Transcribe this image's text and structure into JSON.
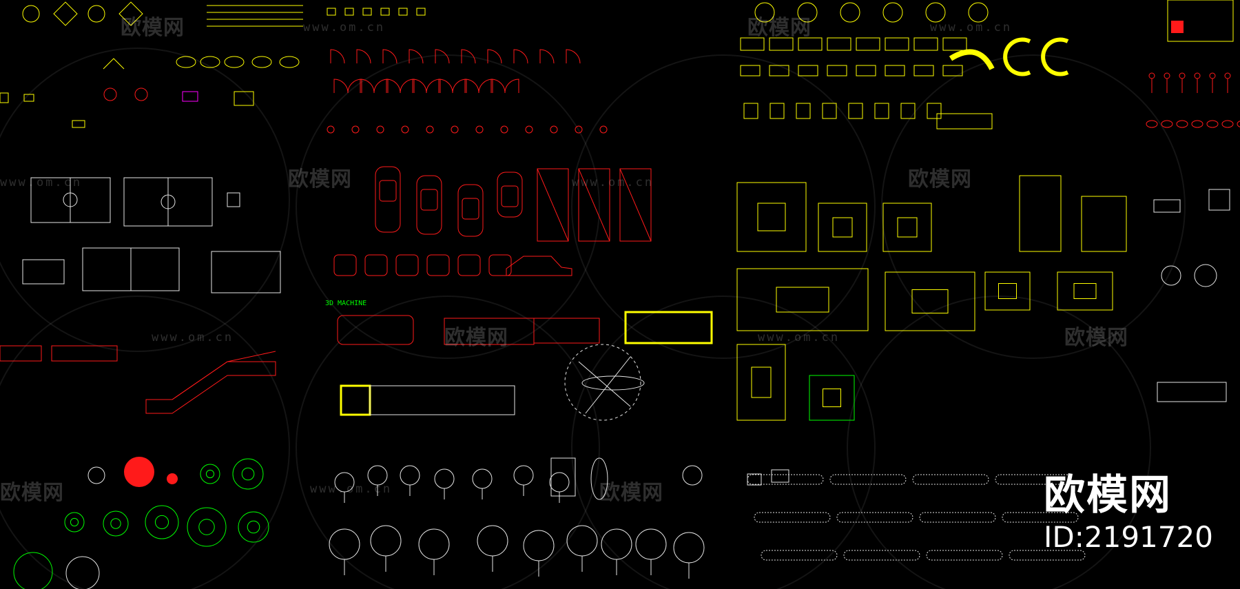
{
  "canvas": {
    "background": "#000000",
    "section_label": "3D MACHINE"
  },
  "brand": {
    "title": "欧模网",
    "id_text": "ID:2191720"
  },
  "watermark": {
    "text": "欧模网",
    "url": "www.om.cn"
  },
  "colors": {
    "yellow": "#ffff00",
    "red": "#ff1a1a",
    "green": "#00ff00",
    "white": "#e6e6e6",
    "magenta": "#ff00ff",
    "watermark": "rgba(255,255,255,0.18)"
  },
  "symbol_groups": [
    {
      "name": "annotation-symbols",
      "color": "yellow"
    },
    {
      "name": "doors-and-windows",
      "color": "red"
    },
    {
      "name": "furniture-blocks",
      "color": "yellow"
    },
    {
      "name": "people-figures",
      "color": "red"
    },
    {
      "name": "sports-courts",
      "color": "white"
    },
    {
      "name": "cars",
      "color": "red"
    },
    {
      "name": "vehicles-3d",
      "color": "red"
    },
    {
      "name": "helicopter",
      "color": "white"
    },
    {
      "name": "escalators",
      "color": "red"
    },
    {
      "name": "plants-plan",
      "color": "green"
    },
    {
      "name": "trees-elevation",
      "color": "white"
    },
    {
      "name": "hedges-shrubs",
      "color": "white"
    },
    {
      "name": "playground",
      "color": "white"
    }
  ]
}
